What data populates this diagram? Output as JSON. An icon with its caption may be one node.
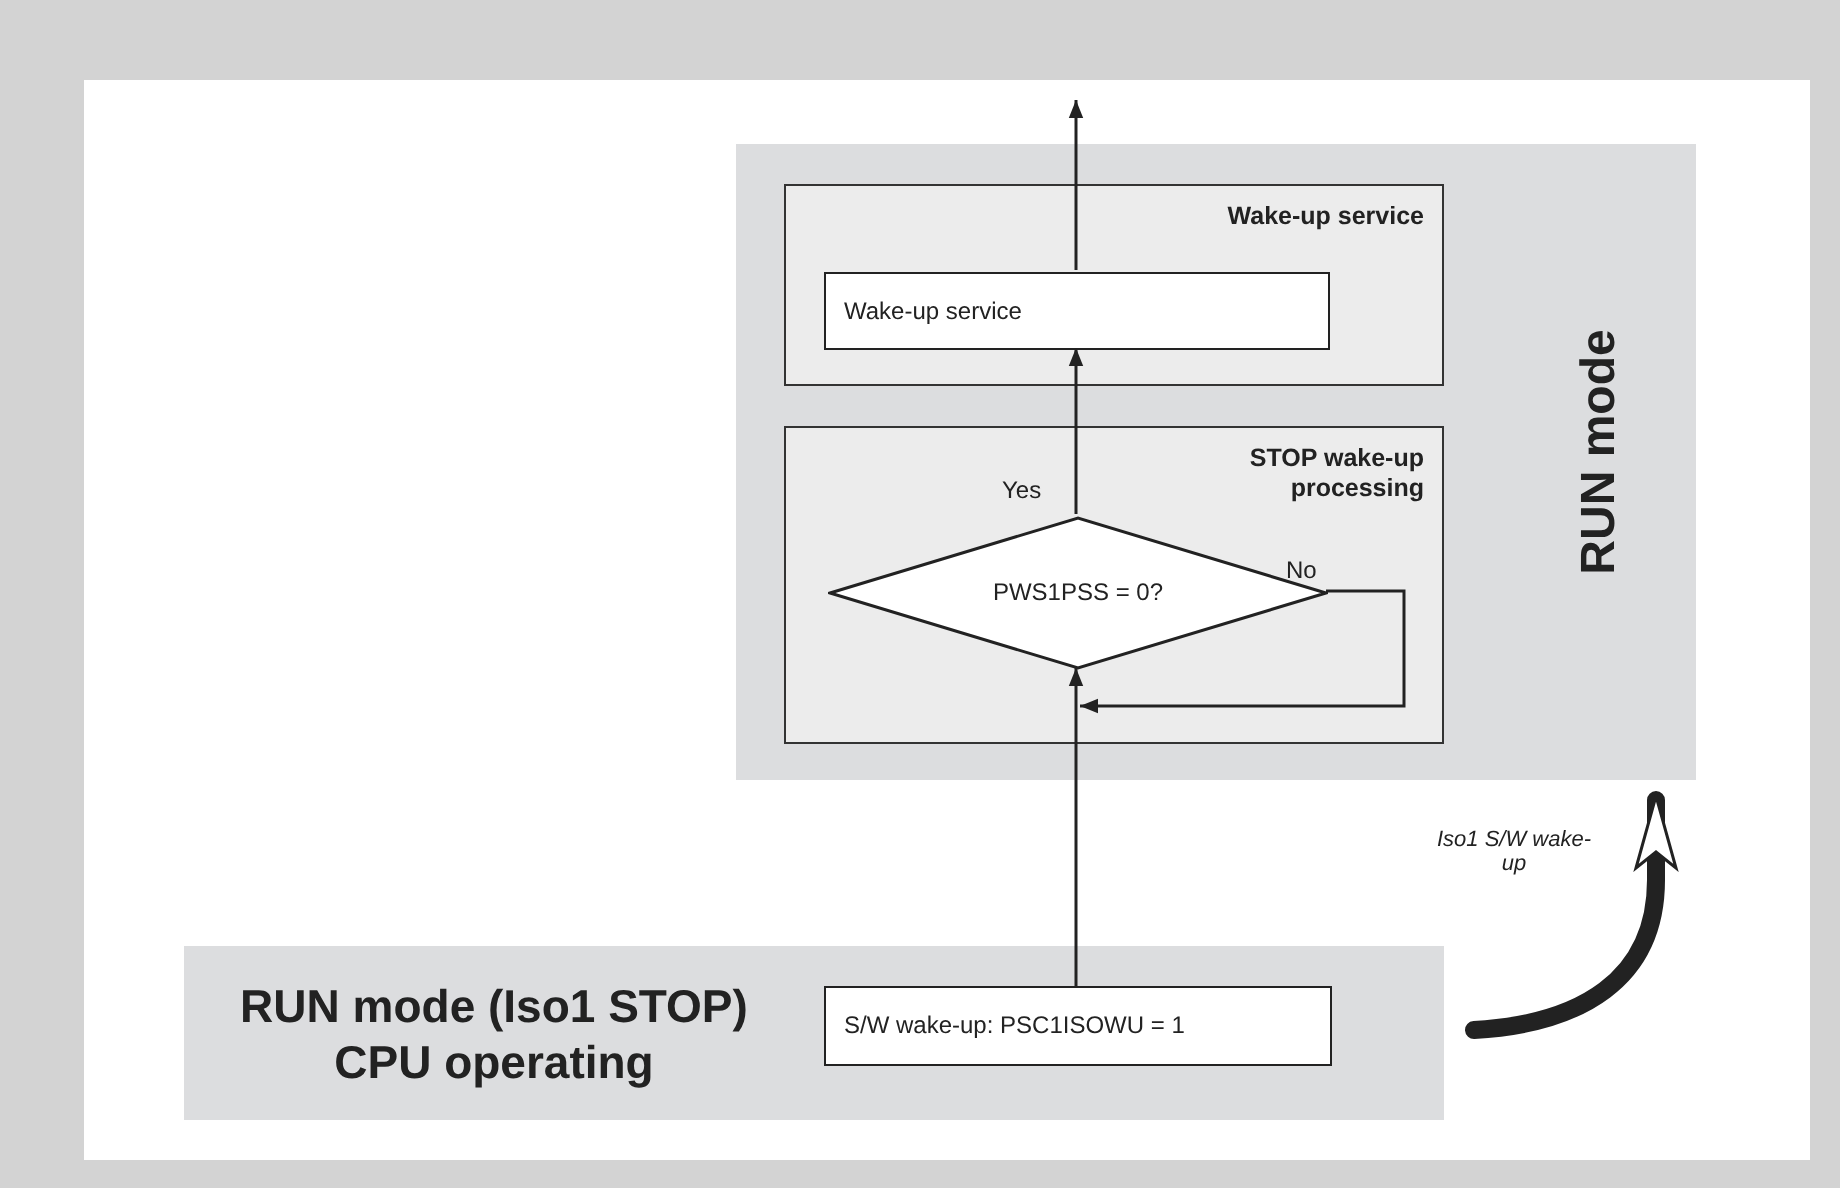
{
  "diagram": {
    "nodes": [
      {
        "text": [
          "RUN mode"
        ]
      },
      {
        "text": [
          "Wake-up service"
        ],
        "in": 0
      },
      {
        "text": [
          "Wake-up service"
        ],
        "in": 1
      },
      {
        "text": [
          "STOP wake-up processing"
        ],
        "in": 0
      },
      {
        "text": [
          "PWS1PSS = 0?"
        ],
        "in": 3
      },
      {
        "text": [
          "RUN mode (Iso1 STOP) CPU operating"
        ]
      },
      {
        "text": [
          "S/W wake-up: PSC1ISOWU = 1"
        ],
        "in": 5
      }
    ],
    "edges": [
      {
        "from": 6,
        "to": 4,
        "arrow": "to"
      },
      {
        "from": 4,
        "to": 4,
        "arrow": "to",
        "label": "No"
      },
      {
        "from": 4,
        "to": 2,
        "arrow": "to",
        "label": "Yes"
      },
      {
        "from": 2,
        "to": null,
        "arrow": "to"
      },
      {
        "from": 5,
        "to": 0,
        "arrow": "to",
        "label": "Iso1 S/W wake-up",
        "style": "thick"
      }
    ]
  }
}
